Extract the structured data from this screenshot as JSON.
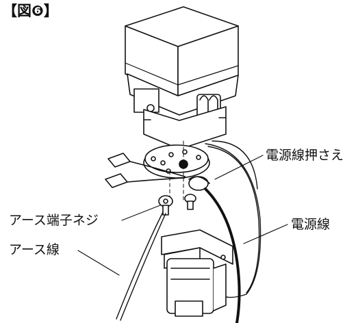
{
  "figure": {
    "title": "【図❻】",
    "labels": {
      "clamp": "電源線押さえ",
      "screw": "アース端子ネジ",
      "cable": "電源線",
      "earth": "アース線"
    }
  },
  "colors": {
    "ink": "#111111",
    "background": "#ffffff",
    "shade": "#d9d9d9"
  }
}
